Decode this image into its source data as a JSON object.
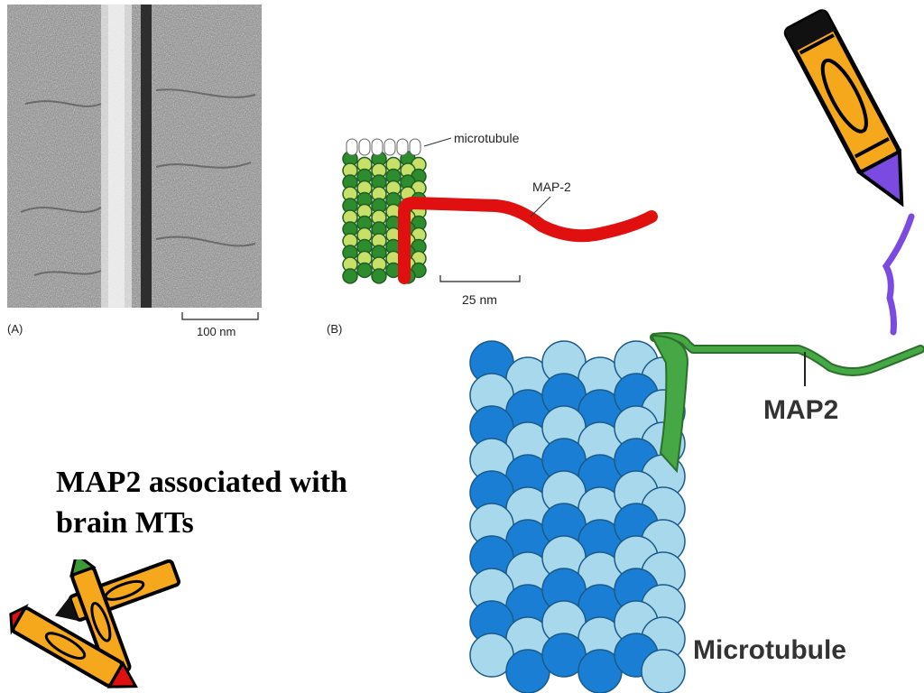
{
  "panel_a": {
    "label": "(A)",
    "scale_bar": "100 nm"
  },
  "panel_b": {
    "label": "(B)",
    "microtubule_label": "microtubule",
    "map_label": "MAP-2",
    "scale_bar": "25 nm"
  },
  "large_diagram": {
    "map_label": "MAP2",
    "microtubule_label": "Microtubule"
  },
  "caption": {
    "line1": "MAP2 associated with",
    "line2": "brain MTs"
  },
  "colors": {
    "dark_blue": "#1a7fd4",
    "light_blue": "#a8d8ec",
    "map2_green": "#3a9a3a",
    "map2_red": "#e01010",
    "tubulin_dark_green": "#2e8b2e",
    "tubulin_light_green": "#c8e06a",
    "crayon_orange": "#f5a81c",
    "crayon_purple": "#7b4ae0"
  },
  "icons": [
    "pencil-icon",
    "crayon-icon"
  ]
}
